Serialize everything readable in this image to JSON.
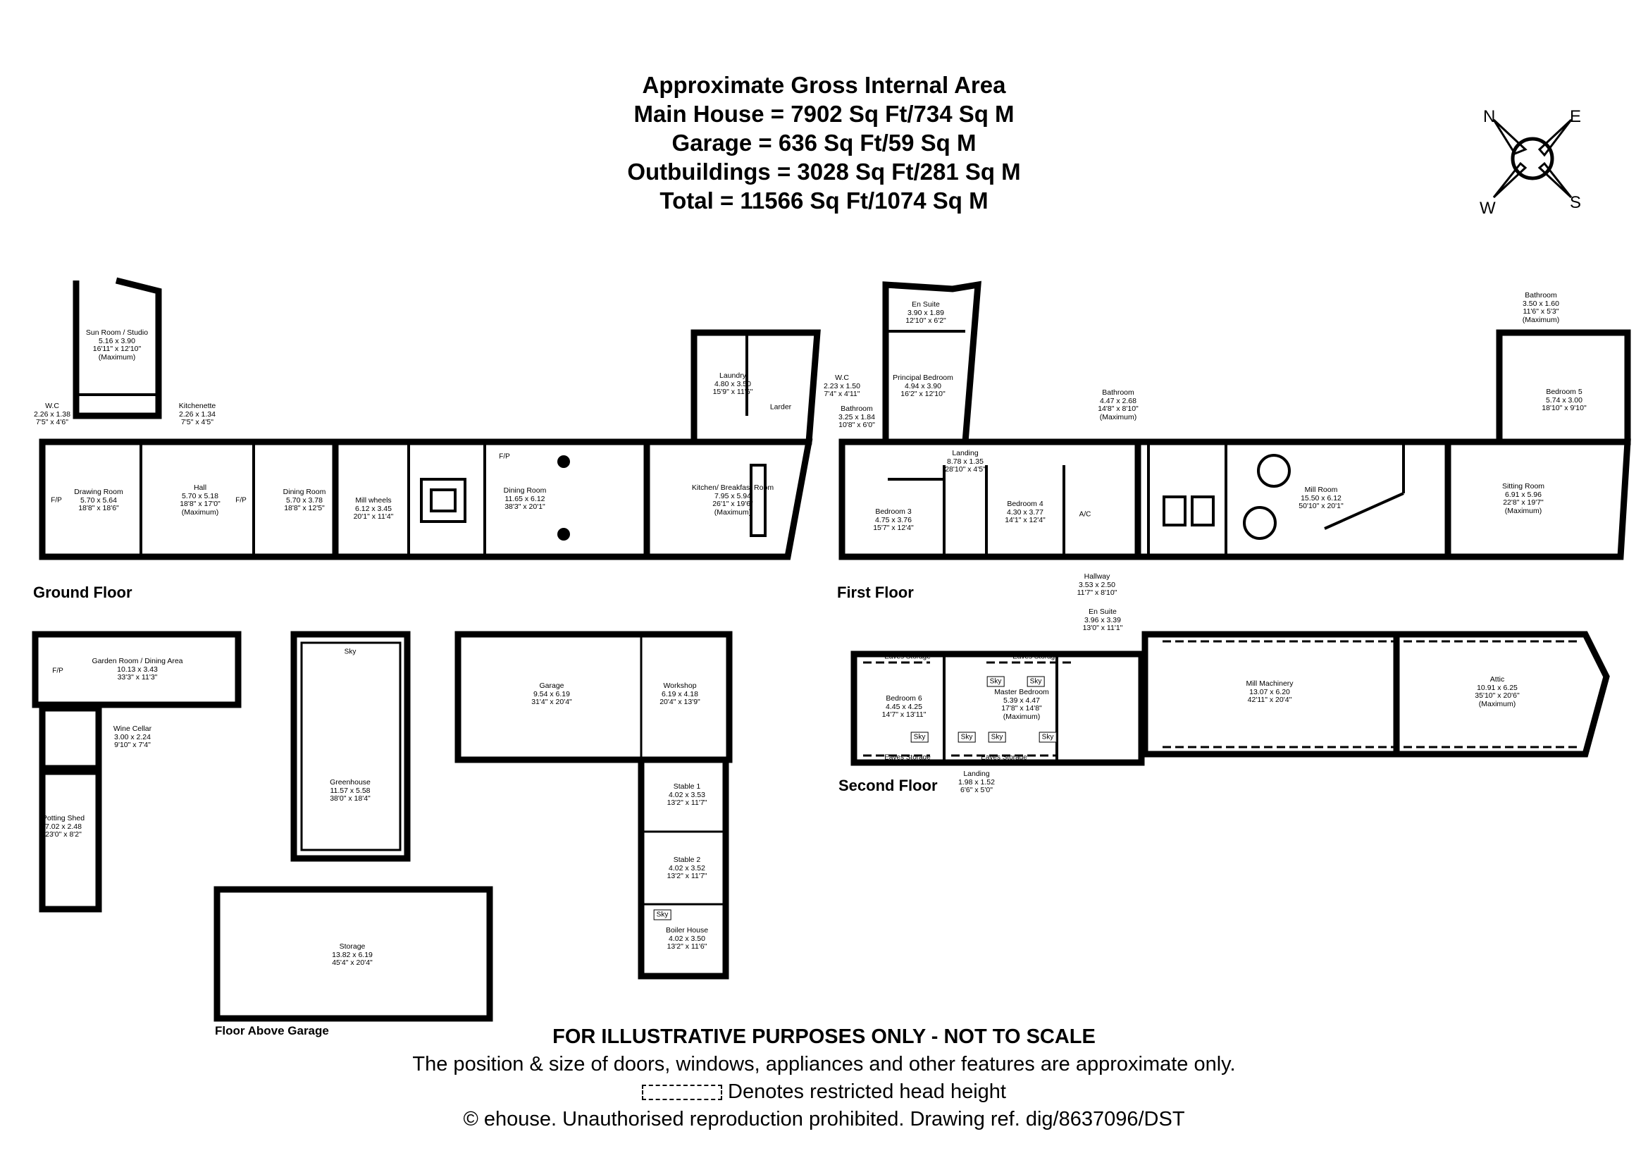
{
  "header": {
    "line1": "Approximate Gross Internal Area",
    "line2": "Main House = 7902 Sq Ft/734 Sq M",
    "line3": "Garage = 636 Sq Ft/59 Sq M",
    "line4": "Outbuildings = 3028 Sq Ft/281 Sq M",
    "line5": "Total = 11566 Sq Ft/1074 Sq M"
  },
  "compass": {
    "n": "N",
    "e": "E",
    "s": "S",
    "w": "W"
  },
  "floors": {
    "ground": "Ground Floor",
    "first": "First Floor",
    "second": "Second Floor",
    "above_garage": "Floor Above Garage"
  },
  "rooms": {
    "sun_room": {
      "name": "Sun Room / Studio",
      "metric": "5.16 x 3.90",
      "imperial": "16'11\" x 12'10\"",
      "note": "(Maximum)"
    },
    "wc_ground": {
      "name": "W.C",
      "metric": "2.26 x 1.38",
      "imperial": "7'5\" x 4'6\""
    },
    "kitchenette": {
      "name": "Kitchenette",
      "metric": "2.26 x 1.34",
      "imperial": "7'5\" x 4'5\""
    },
    "drawing_room": {
      "name": "Drawing Room",
      "metric": "5.70 x 5.64",
      "imperial": "18'8\" x 18'6\""
    },
    "hall": {
      "name": "Hall",
      "metric": "5.70 x 5.18",
      "imperial": "18'8\" x 17'0\"",
      "note": "(Maximum)"
    },
    "dining_room_small": {
      "name": "Dining Room",
      "metric": "5.70 x 3.78",
      "imperial": "18'8\" x 12'5\""
    },
    "mill_wheels": {
      "name": "Mill wheels",
      "metric": "6.12 x 3.45",
      "imperial": "20'1\" x 11'4\""
    },
    "dining_room_large": {
      "name": "Dining Room",
      "metric": "11.65 x 6.12",
      "imperial": "38'3\" x 20'1\""
    },
    "laundry": {
      "name": "Laundry",
      "metric": "4.80 x 3.50",
      "imperial": "15'9\" x 11'6\""
    },
    "larder": {
      "name": "Larder"
    },
    "wc_first_side": {
      "name": "W.C",
      "metric": "2.23 x 1.50",
      "imperial": "7'4\" x 4'11\""
    },
    "kitchen": {
      "name": "Kitchen/ Breakfast Room",
      "metric": "7.95 x 5.94",
      "imperial": "26'1\" x 19'6\"",
      "note": "(Maximum)"
    },
    "en_suite_principal": {
      "name": "En Suite",
      "metric": "3.90 x 1.89",
      "imperial": "12'10\" x 6'2\""
    },
    "principal_bedroom": {
      "name": "Principal Bedroom",
      "metric": "4.94 x 3.90",
      "imperial": "16'2\" x 12'10\""
    },
    "bathroom_first_a": {
      "name": "Bathroom",
      "metric": "3.25 x 1.84",
      "imperial": "10'8\" x 6'0\""
    },
    "landing_first": {
      "name": "Landing",
      "metric": "8.78 x 1.35",
      "imperial": "28'10\" x 4'5\""
    },
    "bathroom_first_b": {
      "name": "Bathroom",
      "metric": "4.47 x 2.68",
      "imperial": "14'8\" x 8'10\"",
      "note": "(Maximum)"
    },
    "bedroom3": {
      "name": "Bedroom 3",
      "metric": "4.75 x 3.76",
      "imperial": "15'7\" x 12'4\""
    },
    "bedroom4": {
      "name": "Bedroom 4",
      "metric": "4.30 x 3.77",
      "imperial": "14'1\" x 12'4\""
    },
    "hallway": {
      "name": "Hallway",
      "metric": "3.53 x 2.50",
      "imperial": "11'7\" x 8'10\""
    },
    "mill_room": {
      "name": "Mill Room",
      "metric": "15.50 x 6.12",
      "imperial": "50'10\" x 20'1\""
    },
    "bathroom_first_c": {
      "name": "Bathroom",
      "metric": "3.50 x 1.60",
      "imperial": "11'6\" x 5'3\"",
      "note": "(Maximum)"
    },
    "bedroom5": {
      "name": "Bedroom 5",
      "metric": "5.74 x 3.00",
      "imperial": "18'10\" x 9'10\""
    },
    "sitting_room": {
      "name": "Sitting Room",
      "metric": "6.91 x 5.96",
      "imperial": "22'8\" x 19'7\"",
      "note": "(Maximum)"
    },
    "garden_room": {
      "name": "Garden Room / Dining Area",
      "metric": "10.13 x 3.43",
      "imperial": "33'3\" x 11'3\""
    },
    "wine_cellar": {
      "name": "Wine Cellar",
      "metric": "3.00 x 2.24",
      "imperial": "9'10\" x 7'4\""
    },
    "potting_shed": {
      "name": "Potting Shed",
      "metric": "7.02 x 2.48",
      "imperial": "23'0\" x 8'2\""
    },
    "greenhouse": {
      "name": "Greenhouse",
      "metric": "11.57 x 5.58",
      "imperial": "38'0\" x 18'4\""
    },
    "garage": {
      "name": "Garage",
      "metric": "9.54 x 6.19",
      "imperial": "31'4\" x 20'4\""
    },
    "workshop": {
      "name": "Workshop",
      "metric": "6.19 x 4.18",
      "imperial": "20'4\" x 13'9\""
    },
    "stable1": {
      "name": "Stable 1",
      "metric": "4.02 x 3.53",
      "imperial": "13'2\" x 11'7\""
    },
    "stable2": {
      "name": "Stable 2",
      "metric": "4.02 x 3.52",
      "imperial": "13'2\" x 11'7\""
    },
    "boiler_house": {
      "name": "Boiler House",
      "metric": "4.02 x 3.50",
      "imperial": "13'2\" x 11'6\""
    },
    "storage": {
      "name": "Storage",
      "metric": "13.82 x 6.19",
      "imperial": "45'4\" x 20'4\""
    },
    "en_suite_second": {
      "name": "En Suite",
      "metric": "3.96 x 3.39",
      "imperial": "13'0\" x 11'1\""
    },
    "bedroom6": {
      "name": "Bedroom 6",
      "metric": "4.45 x 4.25",
      "imperial": "14'7\" x 13'11\""
    },
    "master_bedroom": {
      "name": "Master Bedroom",
      "metric": "5.39 x 4.47",
      "imperial": "17'8\" x 14'8\"",
      "note": "(Maximum)"
    },
    "landing_second": {
      "name": "Landing",
      "metric": "1.98 x 1.52",
      "imperial": "6'6\" x 5'0\""
    },
    "mill_machinery": {
      "name": "Mill Machinery",
      "metric": "13.07 x 6.20",
      "imperial": "42'11\" x 20'4\""
    },
    "attic": {
      "name": "Attic",
      "metric": "10.91 x 6.25",
      "imperial": "35'10\" x 20'6\"",
      "note": "(Maximum)"
    }
  },
  "labels": {
    "fp": "F/P",
    "ac": "A/C",
    "sky": "Sky",
    "eaves": "Eaves Storage"
  },
  "footer": {
    "line1": "FOR ILLUSTRATIVE PURPOSES ONLY - NOT TO SCALE",
    "line2": "The position & size of doors, windows, appliances and other features are approximate only.",
    "line3": "Denotes restricted head height",
    "line4": "© ehouse. Unauthorised reproduction prohibited. Drawing ref. dig/8637096/DST"
  }
}
